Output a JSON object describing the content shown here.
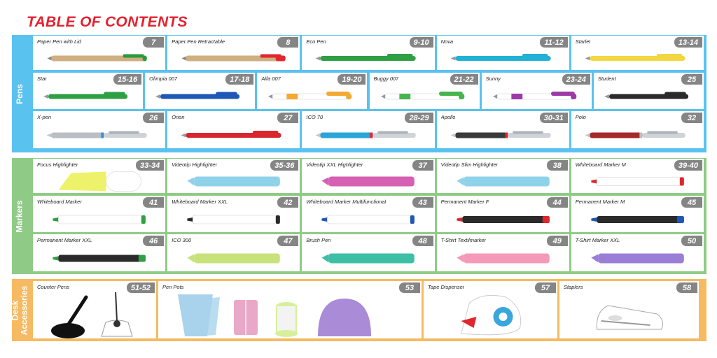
{
  "title": "TABLE OF CONTENTS",
  "colors": {
    "title": "#e4222f",
    "pens": "#5ac2ee",
    "markers": "#8fcb87",
    "desk": "#f6ba63",
    "badge": "#858585"
  },
  "sections": [
    {
      "key": "pens",
      "label": "Pens",
      "rows": [
        [
          {
            "name": "Paper Pen with Lid",
            "page": "7",
            "icon": "paper-pen-lid",
            "colors": [
              "#cfae80",
              "#2a9a3c"
            ]
          },
          {
            "name": "Paper Pen Retractable",
            "page": "8",
            "icon": "paper-pen-retractable",
            "colors": [
              "#cfae80",
              "#e1262e"
            ]
          },
          {
            "name": "Eco Pen",
            "page": "9-10",
            "icon": "pen",
            "colors": [
              "#2ea043",
              "#2ea043"
            ]
          },
          {
            "name": "Nova",
            "page": "11-12",
            "icon": "pen",
            "colors": [
              "#22b1d6",
              "#22b1d6"
            ]
          },
          {
            "name": "Starlet",
            "page": "13-14",
            "icon": "pen",
            "colors": [
              "#f2d740",
              "#f2d740"
            ]
          }
        ],
        [
          {
            "name": "Star",
            "page": "15-16",
            "icon": "pen",
            "colors": [
              "#2ea043",
              "#2ea043"
            ]
          },
          {
            "name": "Olimpia 007",
            "page": "17-18",
            "icon": "pen",
            "colors": [
              "#1f57b6",
              "#1f57b6"
            ]
          },
          {
            "name": "Alfa 007",
            "page": "19-20",
            "icon": "pen-white",
            "colors": [
              "#f4a933",
              "#ffffff"
            ]
          },
          {
            "name": "Buggy 007",
            "page": "21-22",
            "icon": "pen-white",
            "colors": [
              "#46b54d",
              "#ffffff"
            ]
          },
          {
            "name": "Sunny",
            "page": "23-24",
            "icon": "pen-white",
            "colors": [
              "#9d3aa8",
              "#ffffff"
            ]
          },
          {
            "name": "Student",
            "page": "25",
            "icon": "pen",
            "colors": [
              "#2a2a2a",
              "#2a2a2a"
            ]
          }
        ],
        [
          {
            "name": "X-pen",
            "page": "26",
            "icon": "pen-metal",
            "colors": [
              "#b9bec4",
              "#3b8fd3"
            ]
          },
          {
            "name": "Orion",
            "page": "27",
            "icon": "pen",
            "colors": [
              "#d9262e",
              "#d9262e"
            ]
          },
          {
            "name": "ICO 70",
            "page": "28-29",
            "icon": "pen-metal",
            "colors": [
              "#29a5d8",
              "#e1262e"
            ]
          },
          {
            "name": "Apollo",
            "page": "30-31",
            "icon": "pen-metal",
            "colors": [
              "#3a3a3a",
              "#e1262e"
            ]
          },
          {
            "name": "Polo",
            "page": "32",
            "icon": "pen-metal",
            "colors": [
              "#a62a2a",
              "#b9bec4"
            ]
          }
        ]
      ]
    },
    {
      "key": "markers",
      "label": "Markers",
      "rows": [
        [
          {
            "name": "Focus Highlighter",
            "page": "33-34",
            "icon": "focus-highlighter",
            "colors": [
              "#eef26a",
              "#ffffff"
            ]
          },
          {
            "name": "Videotip Highlighter",
            "page": "35-36",
            "icon": "highlighter",
            "colors": [
              "#8fd3ea",
              "#8fd3ea"
            ]
          },
          {
            "name": "Videotip XXL Highlighter",
            "page": "37",
            "icon": "highlighter",
            "colors": [
              "#d660b2",
              "#d660b2"
            ]
          },
          {
            "name": "Videotip Slim Highlighter",
            "page": "38",
            "icon": "highlighter",
            "colors": [
              "#8fd3ea",
              "#8fd3ea"
            ]
          },
          {
            "name": "Whiteboard Marker M",
            "page": "39-40",
            "icon": "marker-white",
            "colors": [
              "#e1262e",
              "#ffffff"
            ]
          }
        ],
        [
          {
            "name": "Whiteboard Marker",
            "page": "41",
            "icon": "marker-white",
            "colors": [
              "#2ea043",
              "#ffffff"
            ]
          },
          {
            "name": "Whiteboard Marker XXL",
            "page": "42",
            "icon": "marker-white",
            "colors": [
              "#2a2a2a",
              "#ffffff"
            ]
          },
          {
            "name": "Whiteboard Marker Multifunctional",
            "page": "43",
            "icon": "marker-white",
            "colors": [
              "#1f57b6",
              "#ffffff"
            ]
          },
          {
            "name": "Permanent Marker F",
            "page": "44",
            "icon": "marker-dark",
            "colors": [
              "#e1262e",
              "#2a2a2a"
            ]
          },
          {
            "name": "Permanent Marker M",
            "page": "45",
            "icon": "marker-dark",
            "colors": [
              "#1f57b6",
              "#2a2a2a"
            ]
          }
        ],
        [
          {
            "name": "Permanent Marker XXL",
            "page": "46",
            "icon": "marker-dark",
            "colors": [
              "#2ea043",
              "#2a2a2a"
            ]
          },
          {
            "name": "ICO 300",
            "page": "47",
            "icon": "highlighter",
            "colors": [
              "#c7e27a",
              "#c7e27a"
            ]
          },
          {
            "name": "Brush Pen",
            "page": "48",
            "icon": "highlighter",
            "colors": [
              "#3dbfa6",
              "#3dbfa6"
            ]
          },
          {
            "name": "T-Shirt Textilmarker",
            "page": "49",
            "icon": "highlighter",
            "colors": [
              "#f49ab8",
              "#f49ab8"
            ]
          },
          {
            "name": "T-Shirt Marker XXL",
            "page": "50",
            "icon": "highlighter",
            "colors": [
              "#9a7ed6",
              "#9a7ed6"
            ]
          }
        ]
      ]
    },
    {
      "key": "desk",
      "label": "Desk Accessories",
      "rows": [
        [
          {
            "name": "Counter Pens",
            "page": "51-52",
            "icon": "counter-pens",
            "colors": [
              "#111111",
              "#ffffff"
            ]
          },
          {
            "name": "Pen Pots",
            "page": "53",
            "icon": "pen-pots",
            "colors": [
              "#a9d3ec",
              "#e9a8c8",
              "#d8ef9a",
              "#a98bd8"
            ]
          },
          {
            "name": "Tape Dispenser",
            "page": "57",
            "icon": "tape-dispenser",
            "colors": [
              "#ffffff",
              "#3aa6de"
            ]
          },
          {
            "name": "Staplers",
            "page": "58",
            "icon": "stapler",
            "colors": [
              "#ffffff",
              "#999999"
            ]
          }
        ]
      ]
    }
  ]
}
